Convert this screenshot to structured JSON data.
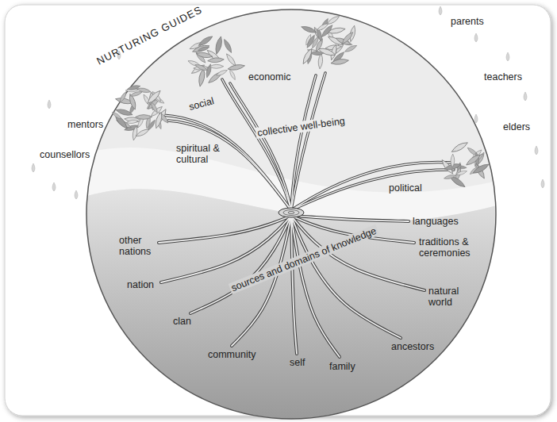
{
  "diagram": {
    "labels": [
      "NURTURING GUIDES",
      "mentors",
      "counsellors",
      "parents",
      "teachers",
      "elders",
      "social",
      "economic",
      "collective well-being",
      "spiritual & cultural",
      "political",
      "languages",
      "traditions & ceremonies",
      "natural world",
      "ancestors",
      "family",
      "self",
      "community",
      "clan",
      "nation",
      "other nations",
      "sources and domains of knowledge"
    ]
  }
}
